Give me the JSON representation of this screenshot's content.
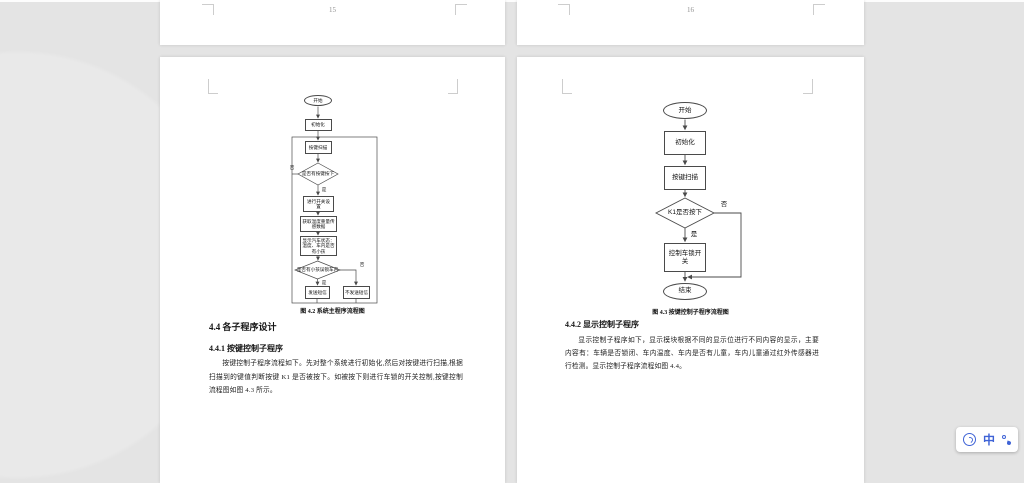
{
  "app": {
    "colors": {
      "canvas_bg": "#e4e4e4",
      "page_bg": "#ffffff",
      "flowline": "#4a4a4a",
      "ime_accent": "#3f63d6"
    }
  },
  "prev_pages": {
    "left_page_number": "15",
    "right_page_number": "16"
  },
  "left_page": {
    "flowchart": {
      "caption": "图 4.2 系统主程序流程图",
      "nodes": {
        "start": "开始",
        "init": "初始化",
        "scan": "按键扫描",
        "decision_key": "是否有按键按下",
        "switch_set": "进行开关设置",
        "get_data": "获取温度重量传感数据",
        "display_status": "显示汽车状态：温度、车内是否有小孩",
        "decision_child": "是否有小孩误锁车内",
        "send_sms": "发送短信",
        "no_send_sms": "不发送短信",
        "yes": "是",
        "no": "否"
      }
    },
    "heading_section": "4.4 各子程序设计",
    "heading_sub": "4.4.1 按键控制子程序",
    "paragraph": "按键控制子程序流程如下。先对整个系统进行初始化,然后对按键进行扫描,根据扫描到的键值判断按键 K1 是否被按下。如被按下则进行车锁的开关控制,按键控制流程图如图 4.3 所示。"
  },
  "right_page": {
    "flowchart": {
      "caption": "图 4.3 按键控制子程序流程图",
      "nodes": {
        "start": "开始",
        "init": "初始化",
        "scan": "按键扫描",
        "decision_k1": "K1是否按下",
        "control_lock": "控制车锁开关",
        "end": "结束",
        "yes": "是",
        "no": "否"
      }
    },
    "heading_sub": "4.4.2 显示控制子程序",
    "paragraph": "显示控制子程序如下，显示模块根据不同的显示位进行不同内容的显示，主要内容有：车辆是否锁闭、车内温度、车内是否有儿童，车内儿童通过红外传感器进行检测。显示控制子程序流程如图 4.4。"
  },
  "ime": {
    "mode_label": "中",
    "icons": {
      "logo": "ime-logo-icon",
      "punctuation": "chinese-punctuation-icon"
    }
  }
}
